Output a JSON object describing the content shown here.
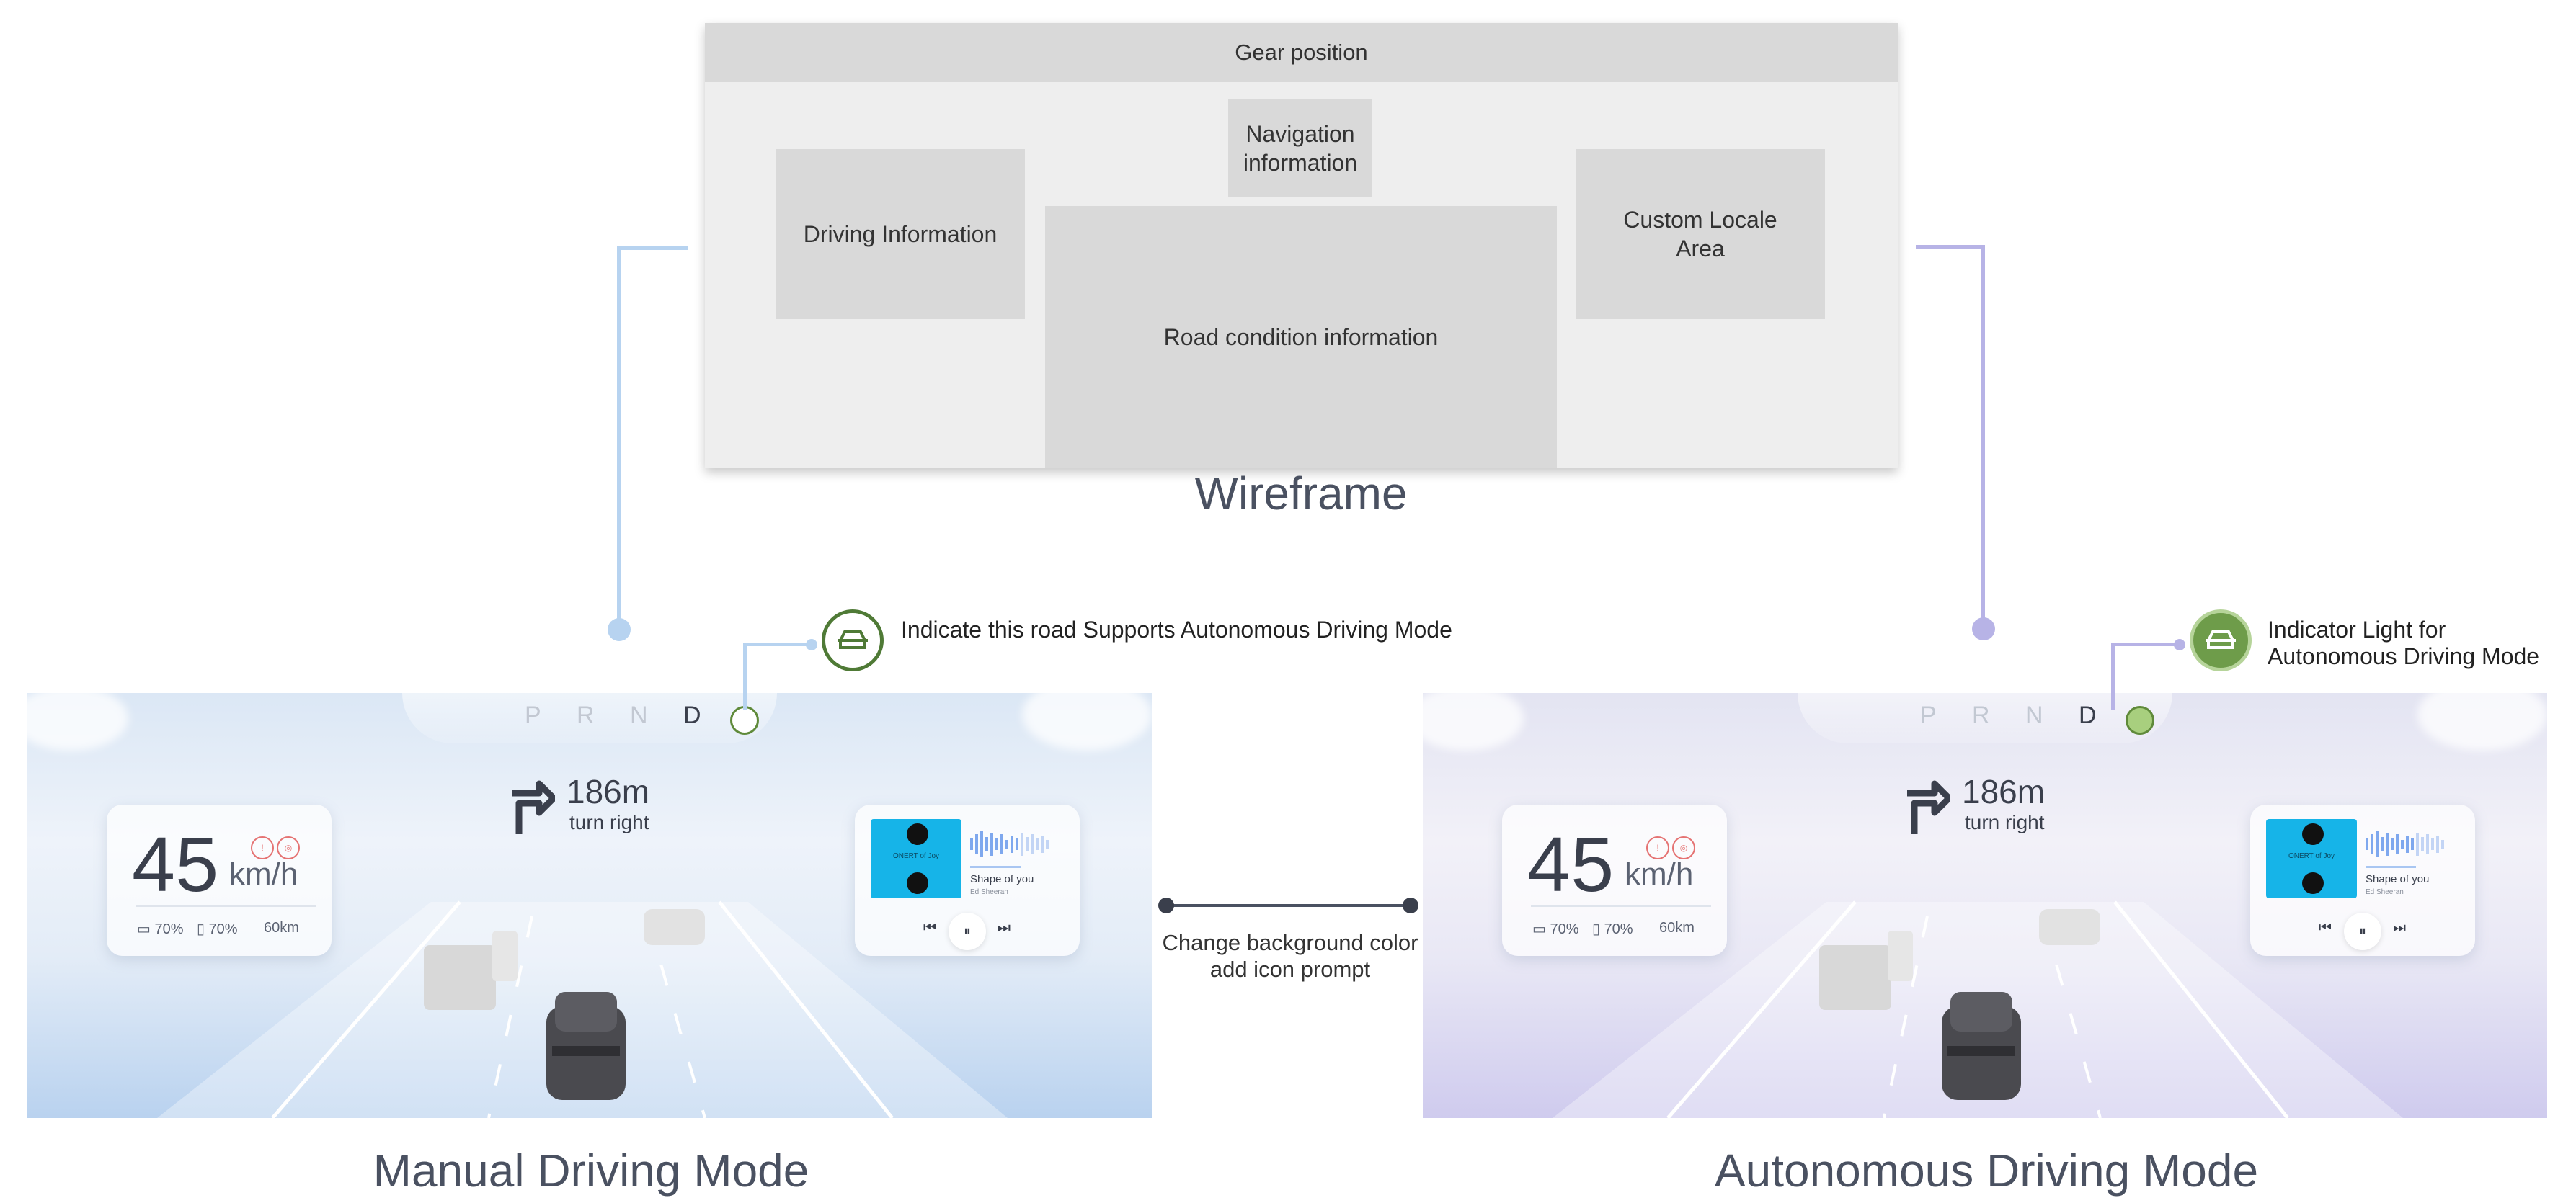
{
  "wireframe": {
    "gear_position": "Gear position",
    "navigation": "Navigation information",
    "driving_info": "Driving Information",
    "road_condition": "Road condition information",
    "custom_locale": "Custom Locale Area",
    "caption": "Wireframe"
  },
  "manual": {
    "caption": "Manual Driving Mode",
    "annotation": "Indicate this road Supports Autonomous Driving Mode"
  },
  "auto": {
    "caption": "Autonomous Driving Mode",
    "annotation": "Indicator Light for Autonomous Driving Mode"
  },
  "change_note": "Change background color add icon prompt",
  "dashboard": {
    "gears": [
      "P",
      "R",
      "N",
      "D"
    ],
    "active_gear": "D",
    "nav_distance": "186m",
    "nav_instruction": "turn right",
    "speed": "45",
    "speed_unit": "km/h",
    "stats": [
      "70%",
      "70%",
      "60km"
    ],
    "album_text": "ONERT of Joy",
    "song_title": "Shape of you",
    "song_artist": "Ed Sheeran"
  },
  "colors": {
    "manual_accent": "#b9d2ef",
    "auto_accent": "#cfcbee",
    "indicator_green": "#4f7a36",
    "manual_line": "#b7d3f0",
    "auto_line": "#b7b3e6"
  }
}
